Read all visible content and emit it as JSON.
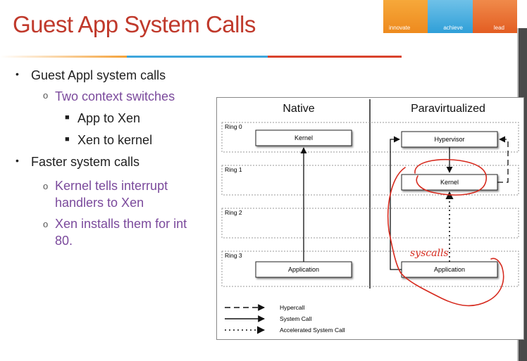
{
  "slide": {
    "title": "Guest App System Calls",
    "brand": {
      "innovate": "innovate",
      "achieve": "achieve",
      "lead": "lead"
    },
    "colors": {
      "title": "#c0392b",
      "sub_bullet": "#7b4a9c",
      "annotation": "#d62a1e"
    },
    "bullets": [
      {
        "text": "Guest Appl system calls",
        "children": [
          {
            "text": "Two context switches",
            "children": [
              {
                "text": "App to Xen"
              },
              {
                "text": "Xen to kernel"
              }
            ]
          }
        ]
      },
      {
        "text": "Faster system calls",
        "children": [
          {
            "text": "Kernel tells interrupt handlers to Xen",
            "lines": [
              "Kernel tells interrupt",
              "handlers to Xen"
            ]
          },
          {
            "text": "Xen installs them for int 80.",
            "lines": [
              "Xen installs them for int",
              "80."
            ]
          }
        ]
      }
    ]
  },
  "diagram": {
    "headers": {
      "native": "Native",
      "paravirtualized": "Paravirtualized"
    },
    "rings": [
      "Ring 0",
      "Ring 1",
      "Ring 2",
      "Ring 3"
    ],
    "native": {
      "kernel": "Kernel",
      "application": "Application"
    },
    "paravirtualized": {
      "hypervisor": "Hypervisor",
      "kernel": "Kernel",
      "application": "Application"
    },
    "legend": {
      "hypercall": "Hypercall",
      "system_call": "System Call",
      "accelerated": "Accelerated System Call"
    },
    "annotation": "syscalls"
  }
}
